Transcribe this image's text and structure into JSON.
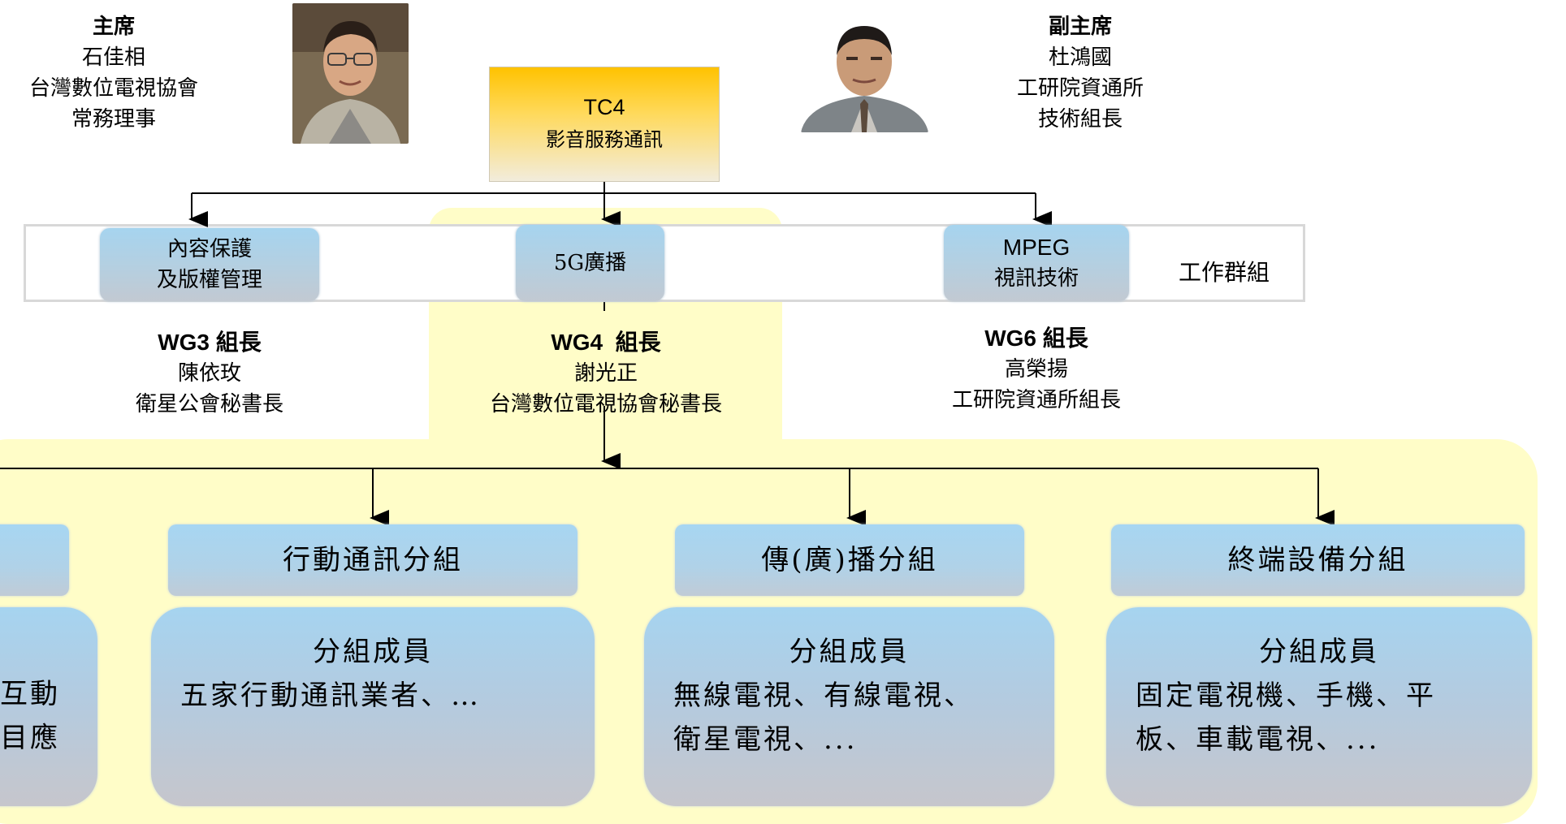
{
  "chair": {
    "title": "主席",
    "name": "石佳相",
    "org": "台灣數位電視協會",
    "role": "常務理事"
  },
  "vice_chair": {
    "title": "副主席",
    "name": "杜鴻國",
    "org": "工研院資通所",
    "role": "技術組長"
  },
  "tc": {
    "code": "TC4",
    "name": "影音服務通訊"
  },
  "working_groups_label": "工作群組",
  "working_groups": [
    {
      "line1": "內容保護",
      "line2": "及版權管理",
      "lead_title": "WG3 組長",
      "lead_name": "陳依玫",
      "lead_role": "衛星公會秘書長"
    },
    {
      "line1": "5G廣播",
      "lead_title": "WG4  組長",
      "lead_name": "謝光正",
      "lead_role": "台灣數位電視協會秘書長"
    },
    {
      "line1": "MPEG",
      "line2": "視訊技術",
      "lead_title": "WG6 組長",
      "lead_name": "高榮揚",
      "lead_role": "工研院資通所組長"
    }
  ],
  "subgroups": [
    {
      "name": "",
      "member_lines": [
        "互動",
        "目應"
      ]
    },
    {
      "name": "行動通訊分組",
      "member_title": "分組成員",
      "member_lines": [
        "五家行動通訊業者、…"
      ]
    },
    {
      "name": "傳(廣)播分組",
      "member_title": "分組成員",
      "member_lines": [
        "無線電視、有線電視、",
        "衛星電視、..."
      ]
    },
    {
      "name": "終端設備分組",
      "member_title": "分組成員",
      "member_lines": [
        "固定電視機、手機、平",
        "板、車載電視、..."
      ]
    }
  ]
}
